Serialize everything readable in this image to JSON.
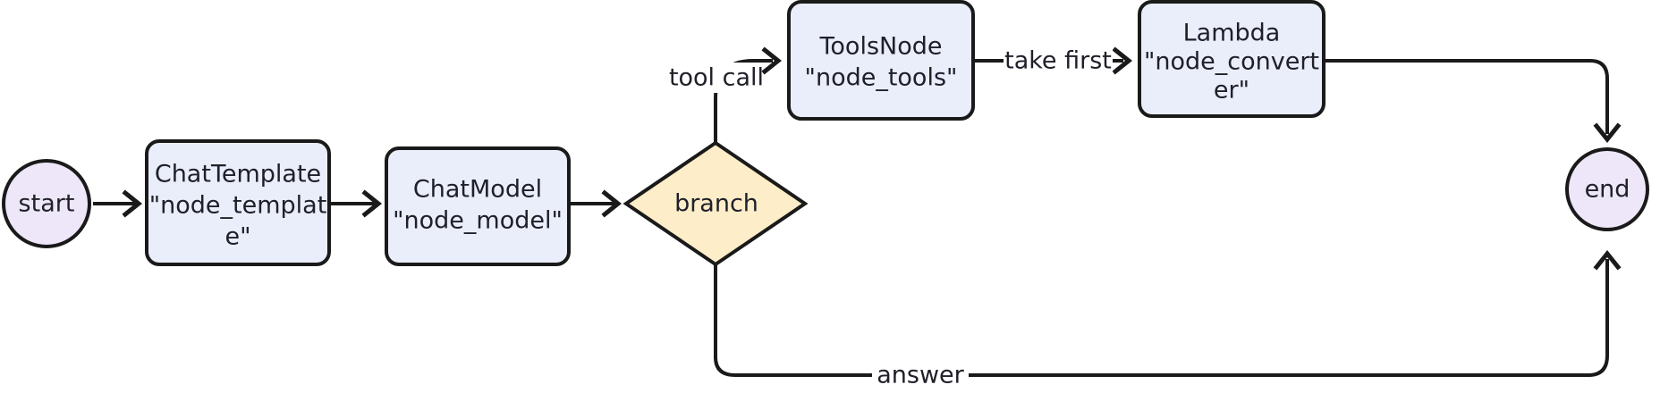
{
  "diagram": {
    "type": "flowchart",
    "orientation": "left-to-right",
    "background": "#ffffff",
    "colors": {
      "terminal_fill": "#ede7f9",
      "process_fill": "#eaeefa",
      "decision_fill": "#fdedc8",
      "stroke": "#1a1a1a",
      "text": "#20202a"
    },
    "nodes": {
      "start": {
        "shape": "circle",
        "label": "start"
      },
      "template": {
        "shape": "rounded-rect",
        "line1": "ChatTemplate",
        "line2": "\"node_templat",
        "line3": "e\""
      },
      "model": {
        "shape": "rounded-rect",
        "line1": "ChatModel",
        "line2": "\"node_model\""
      },
      "branch": {
        "shape": "diamond",
        "label": "branch"
      },
      "tools": {
        "shape": "rounded-rect",
        "line1": "ToolsNode",
        "line2": "\"node_tools\""
      },
      "lambda": {
        "shape": "rounded-rect",
        "line1": "Lambda",
        "line2": "\"node_convert",
        "line3": "er\""
      },
      "end": {
        "shape": "circle",
        "label": "end"
      }
    },
    "edges": [
      {
        "id": "start-template",
        "from": "start",
        "to": "template",
        "label": ""
      },
      {
        "id": "template-model",
        "from": "template",
        "to": "model",
        "label": ""
      },
      {
        "id": "model-branch",
        "from": "model",
        "to": "branch",
        "label": ""
      },
      {
        "id": "branch-tools",
        "from": "branch",
        "to": "tools",
        "label": "tool call"
      },
      {
        "id": "tools-lambda",
        "from": "tools",
        "to": "lambda",
        "label": "take first"
      },
      {
        "id": "lambda-end",
        "from": "lambda",
        "to": "end",
        "label": ""
      },
      {
        "id": "branch-end",
        "from": "branch",
        "to": "end",
        "label": "answer"
      }
    ]
  }
}
